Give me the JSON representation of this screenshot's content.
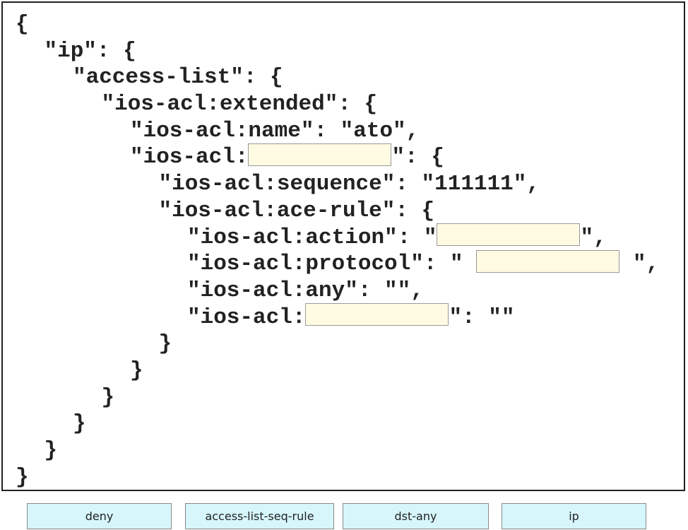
{
  "code_lines": [
    {
      "indent": 0,
      "parts": [
        {
          "t": "{"
        }
      ]
    },
    {
      "indent": 1,
      "parts": [
        {
          "t": "\"ip\": {"
        }
      ]
    },
    {
      "indent": 2,
      "parts": [
        {
          "t": "\"access-list\": {"
        }
      ]
    },
    {
      "indent": 3,
      "parts": [
        {
          "t": "\"ios-acl:extended\": {"
        }
      ]
    },
    {
      "indent": 4,
      "parts": [
        {
          "t": "\"ios-acl:name\": \"ato\","
        }
      ]
    },
    {
      "indent": 4,
      "parts": [
        {
          "t": "\"ios-acl:"
        },
        {
          "blank": 1
        },
        {
          "t": "\": {"
        }
      ]
    },
    {
      "indent": 5,
      "parts": [
        {
          "t": "\"ios-acl:sequence\": \"111111\","
        }
      ]
    },
    {
      "indent": 5,
      "parts": [
        {
          "t": "\"ios-acl:ace-rule\": {"
        }
      ]
    },
    {
      "indent": 6,
      "parts": [
        {
          "t": "\"ios-acl:action\": \""
        },
        {
          "blank": 2
        },
        {
          "t": "\","
        }
      ]
    },
    {
      "indent": 6,
      "parts": [
        {
          "t": "\"ios-acl:protocol\": \" "
        },
        {
          "blank": 3
        },
        {
          "t": " \","
        }
      ]
    },
    {
      "indent": 6,
      "parts": [
        {
          "t": "\"ios-acl:any\": \"\","
        }
      ]
    },
    {
      "indent": 6,
      "parts": [
        {
          "t": "\"ios-acl:"
        },
        {
          "blank": 4
        },
        {
          "t": "\": \"\""
        }
      ]
    },
    {
      "indent": 5,
      "parts": [
        {
          "t": "}"
        }
      ]
    },
    {
      "indent": 4,
      "parts": [
        {
          "t": "}"
        }
      ]
    },
    {
      "indent": 3,
      "parts": [
        {
          "t": "}"
        }
      ]
    },
    {
      "indent": 2,
      "parts": [
        {
          "t": "}"
        }
      ]
    },
    {
      "indent": 1,
      "parts": [
        {
          "t": "}"
        }
      ]
    },
    {
      "indent": 0,
      "parts": [
        {
          "t": "}"
        }
      ]
    }
  ],
  "answer_options": [
    "deny",
    "access-list-seq-rule",
    "dst-any",
    "ip"
  ],
  "colors": {
    "blank": "#fffbe3",
    "option": "#d6f6fb"
  }
}
